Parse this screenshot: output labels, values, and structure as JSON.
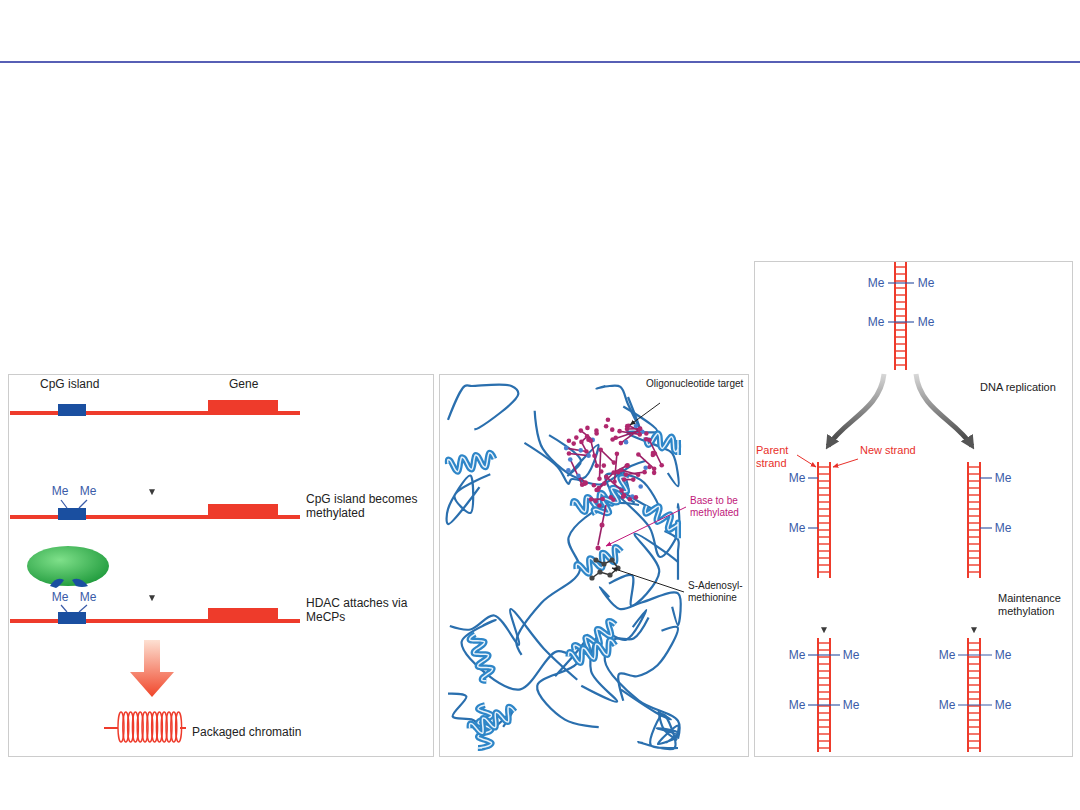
{
  "diagram": {
    "labels": [
      "CpG island",
      "Gene",
      "Me",
      "Me",
      "CpG island becomes methylated",
      "Me",
      "Me",
      "HDAC attaches via MeCPs",
      "Packaged chromatin",
      "Oligonucleotide target",
      "Base to be methylated",
      "S-Adenosyl- methionine",
      "Me",
      "Me",
      "Me",
      "Me",
      "DNA replication",
      "Parent strand",
      "New strand",
      "Me",
      "Me",
      "Me",
      "Me",
      "Maintenance methylation",
      "Me",
      "Me",
      "Me",
      "Me",
      "Me",
      "Me",
      "Me",
      "Me"
    ]
  }
}
